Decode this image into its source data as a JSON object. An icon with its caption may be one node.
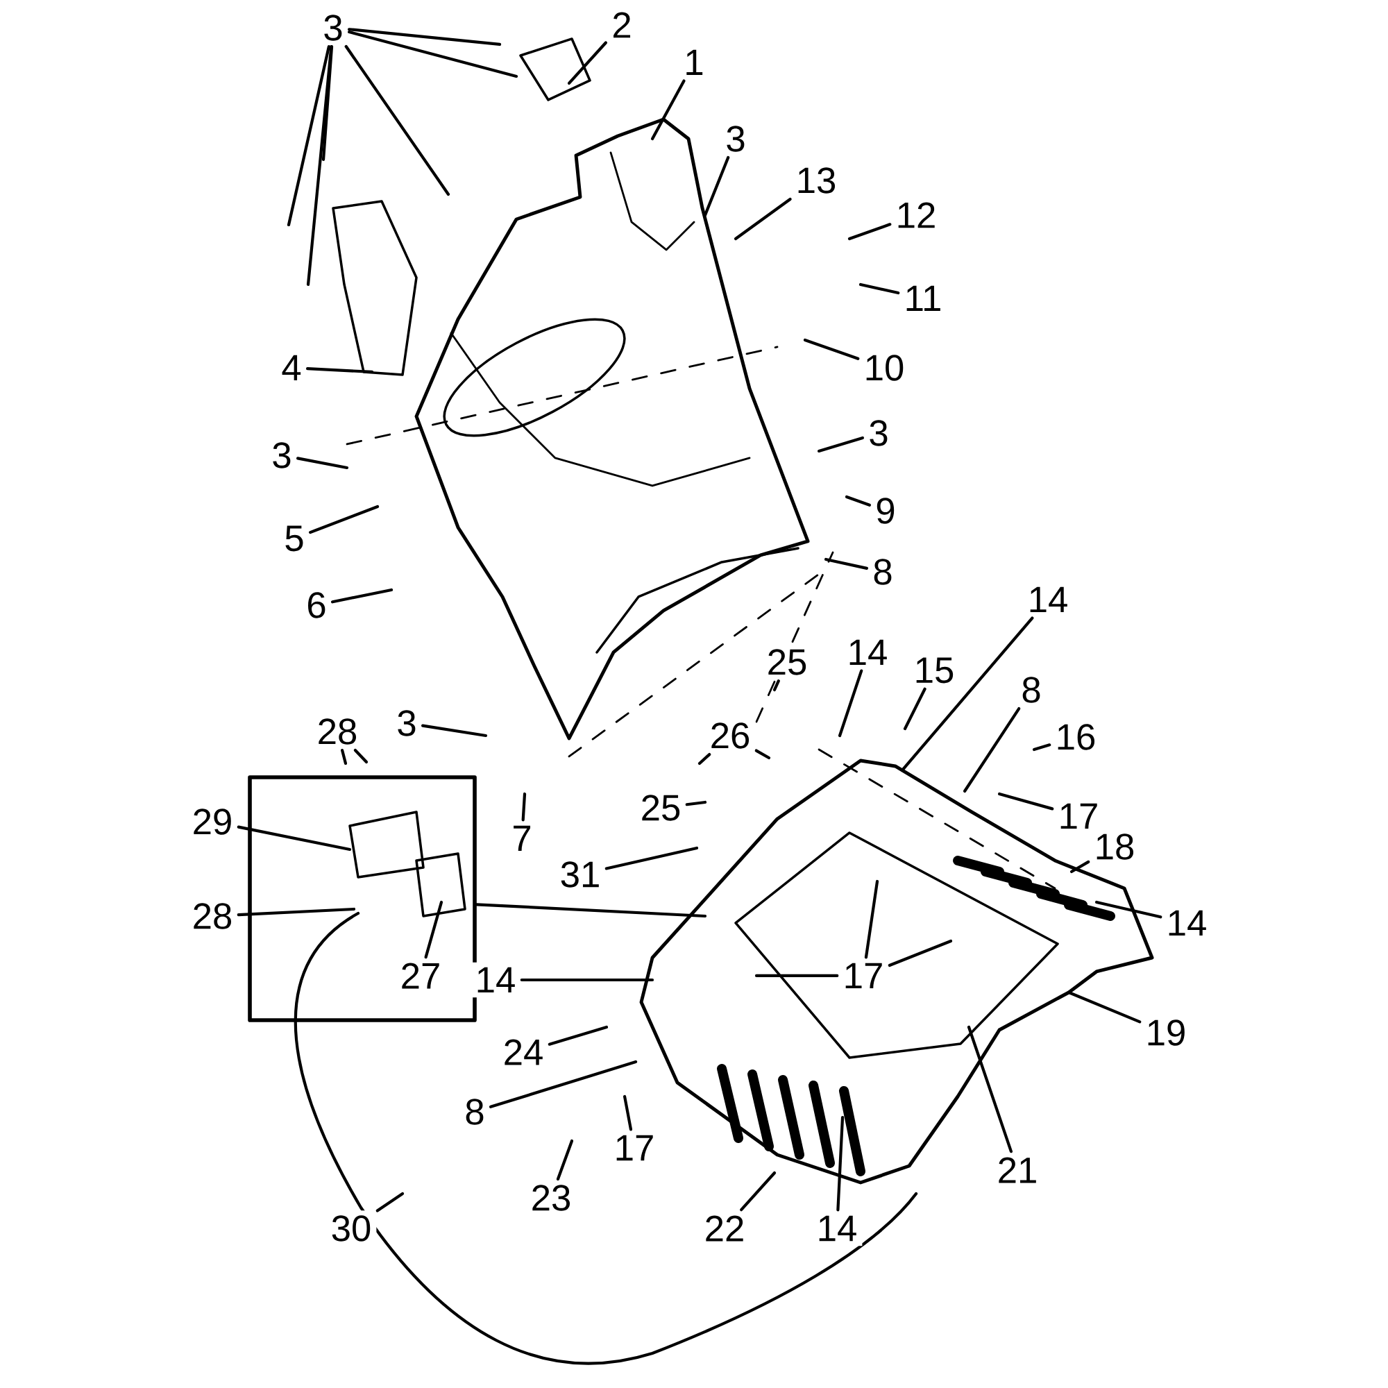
{
  "diagram": {
    "nodes": [
      {
        "text": [
          "1"
        ]
      },
      {
        "text": [
          "2"
        ]
      },
      {
        "text": [
          "3"
        ]
      },
      {
        "text": [
          "3"
        ]
      },
      {
        "text": [
          "13"
        ]
      },
      {
        "text": [
          "12"
        ]
      },
      {
        "text": [
          "11"
        ]
      },
      {
        "text": [
          "10"
        ]
      },
      {
        "text": [
          "4"
        ]
      },
      {
        "text": [
          "3"
        ]
      },
      {
        "text": [
          "3"
        ]
      },
      {
        "text": [
          "9"
        ]
      },
      {
        "text": [
          "5"
        ]
      },
      {
        "text": [
          "8"
        ]
      },
      {
        "text": [
          "6"
        ]
      },
      {
        "text": [
          "14"
        ]
      },
      {
        "text": [
          "14"
        ]
      },
      {
        "text": [
          "15"
        ]
      },
      {
        "text": [
          "25"
        ]
      },
      {
        "text": [
          "8"
        ]
      },
      {
        "text": [
          "26"
        ]
      },
      {
        "text": [
          "3"
        ]
      },
      {
        "text": [],
        "shape": "box"
      },
      {
        "text": [
          "28"
        ]
      },
      {
        "text": [
          "16"
        ]
      },
      {
        "text": [
          "25"
        ]
      },
      {
        "text": [
          "29"
        ]
      },
      {
        "text": [
          "17"
        ]
      },
      {
        "text": [
          "7"
        ]
      },
      {
        "text": [
          "31"
        ]
      },
      {
        "text": [
          "18"
        ]
      },
      {
        "text": [
          "28"
        ]
      },
      {
        "text": [
          "14"
        ]
      },
      {
        "text": [
          "27"
        ],
        "in": 22
      },
      {
        "text": [
          "14"
        ]
      },
      {
        "text": [
          "17"
        ]
      },
      {
        "text": [
          "24"
        ]
      },
      {
        "text": [
          "19"
        ]
      },
      {
        "text": [
          "8"
        ]
      },
      {
        "text": [
          "17"
        ]
      },
      {
        "text": [
          "21"
        ]
      },
      {
        "text": [
          "23"
        ]
      },
      {
        "text": [
          "22"
        ]
      },
      {
        "text": [
          "14"
        ]
      },
      {
        "text": [
          "30"
        ]
      }
    ],
    "edges": [
      {
        "from": 0,
        "to": null,
        "arrow": "none"
      },
      {
        "from": 1,
        "to": null,
        "arrow": "none"
      },
      {
        "from": 2,
        "to": null,
        "arrow": "none"
      },
      {
        "from": 2,
        "to": null,
        "arrow": "none"
      },
      {
        "from": 2,
        "to": null,
        "arrow": "none"
      },
      {
        "from": 2,
        "to": null,
        "arrow": "none"
      },
      {
        "from": 2,
        "to": null,
        "arrow": "none"
      },
      {
        "from": 2,
        "to": null,
        "arrow": "none"
      },
      {
        "from": 3,
        "to": null,
        "arrow": "none"
      },
      {
        "from": 4,
        "to": null,
        "arrow": "none"
      },
      {
        "from": 5,
        "to": null,
        "arrow": "none"
      },
      {
        "from": 6,
        "to": null,
        "arrow": "none"
      },
      {
        "from": 7,
        "to": null,
        "arrow": "none"
      },
      {
        "from": 8,
        "to": null,
        "arrow": "none"
      },
      {
        "from": 9,
        "to": null,
        "arrow": "none"
      },
      {
        "from": 10,
        "to": null,
        "arrow": "none"
      },
      {
        "from": 11,
        "to": null,
        "arrow": "none"
      },
      {
        "from": 12,
        "to": null,
        "arrow": "none"
      },
      {
        "from": 13,
        "to": null,
        "arrow": "none"
      },
      {
        "from": 14,
        "to": null,
        "arrow": "none"
      },
      {
        "from": 15,
        "to": null,
        "arrow": "none"
      },
      {
        "from": 16,
        "to": null,
        "arrow": "none"
      },
      {
        "from": 17,
        "to": null,
        "arrow": "none"
      },
      {
        "from": 18,
        "to": null,
        "arrow": "none"
      },
      {
        "from": 19,
        "to": null,
        "arrow": "none"
      },
      {
        "from": 20,
        "to": null,
        "arrow": "none"
      },
      {
        "from": 20,
        "to": null,
        "arrow": "none"
      },
      {
        "from": 21,
        "to": null,
        "arrow": "none"
      },
      {
        "from": 22,
        "to": null,
        "arrow": "none"
      },
      {
        "from": 23,
        "to": null,
        "arrow": "none"
      },
      {
        "from": 23,
        "to": null,
        "arrow": "none"
      },
      {
        "from": 24,
        "to": null,
        "arrow": "none"
      },
      {
        "from": 25,
        "to": null,
        "arrow": "none"
      },
      {
        "from": 26,
        "to": null,
        "arrow": "none"
      },
      {
        "from": 27,
        "to": null,
        "arrow": "none"
      },
      {
        "from": 28,
        "to": null,
        "arrow": "none"
      },
      {
        "from": 29,
        "to": null,
        "arrow": "none"
      },
      {
        "from": 30,
        "to": null,
        "arrow": "none"
      },
      {
        "from": 31,
        "to": null,
        "arrow": "none"
      },
      {
        "from": 32,
        "to": null,
        "arrow": "none"
      },
      {
        "from": 33,
        "to": null,
        "arrow": "none"
      },
      {
        "from": 34,
        "to": null,
        "arrow": "none"
      },
      {
        "from": 35,
        "to": null,
        "arrow": "none"
      },
      {
        "from": 35,
        "to": null,
        "arrow": "none"
      },
      {
        "from": 35,
        "to": null,
        "arrow": "none"
      },
      {
        "from": 36,
        "to": null,
        "arrow": "none"
      },
      {
        "from": 37,
        "to": null,
        "arrow": "none"
      },
      {
        "from": 38,
        "to": null,
        "arrow": "none"
      },
      {
        "from": 39,
        "to": null,
        "arrow": "none"
      },
      {
        "from": 40,
        "to": null,
        "arrow": "none"
      },
      {
        "from": 41,
        "to": null,
        "arrow": "none"
      },
      {
        "from": 42,
        "to": null,
        "arrow": "none"
      },
      {
        "from": 43,
        "to": null,
        "arrow": "none"
      },
      {
        "from": 44,
        "to": null,
        "arrow": "none"
      }
    ]
  }
}
